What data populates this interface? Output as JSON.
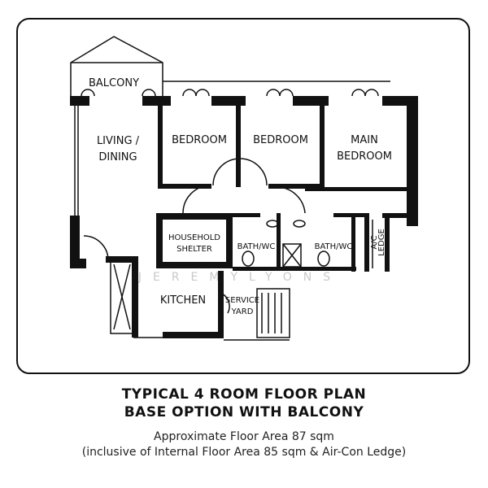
{
  "rooms": {
    "balcony": "BALCONY",
    "living_line1": "LIVING /",
    "living_line2": "DINING",
    "bedroom_1": "BEDROOM",
    "bedroom_2": "BEDROOM",
    "main_bedroom_line1": "MAIN",
    "main_bedroom_line2": "BEDROOM",
    "shelter_line1": "HOUSEHOLD",
    "shelter_line2": "SHELTER",
    "bath_1": "BATH/WC",
    "bath_2": "BATH/WC",
    "ac_ledge_line1": "A/C",
    "ac_ledge_line2": "LEDGE",
    "kitchen": "KITCHEN",
    "service_line1": "SERVICE",
    "service_line2": "YARD"
  },
  "watermark": "JEREMYLYONS",
  "caption": {
    "title_line1": "TYPICAL 4 ROOM FLOOR PLAN",
    "title_line2": "BASE OPTION WITH BALCONY",
    "area_line1": "Approximate Floor Area 87 sqm",
    "area_line2": "(inclusive of Internal Floor Area 85 sqm & Air-Con Ledge)"
  }
}
